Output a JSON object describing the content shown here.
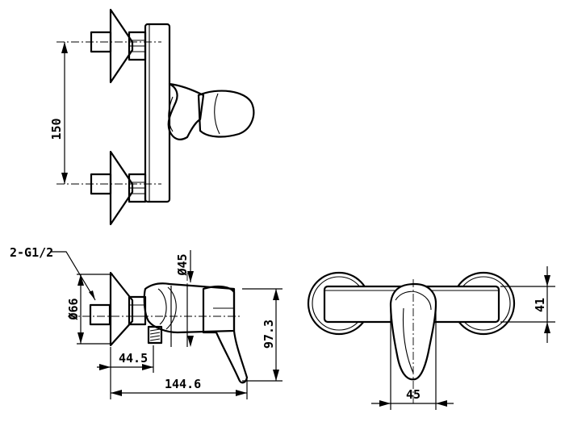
{
  "dimensions": {
    "inlet_spacing": "150",
    "connection_label": "2-G1/2",
    "eccentric_diameter": "Ø66",
    "handle_diameter": "Ø45",
    "height_side": "97.3",
    "depth_to_wall": "44.5",
    "total_depth": "144.6",
    "body_height": "41",
    "handle_width": "45"
  }
}
